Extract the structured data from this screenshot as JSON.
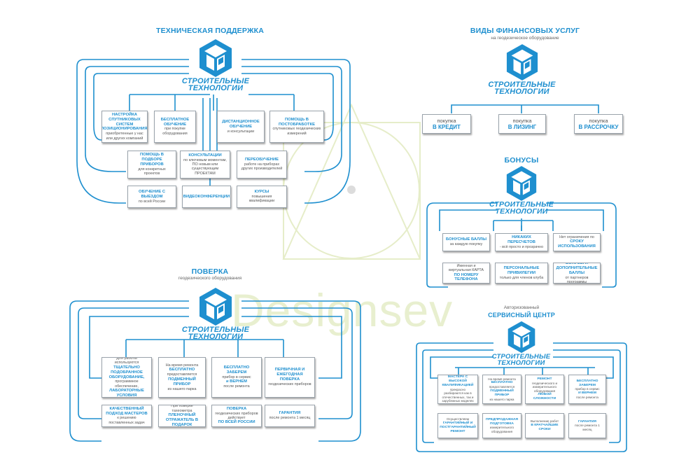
{
  "watermark": {
    "text": "Designsev"
  },
  "brand": {
    "line1": "СТРОИТЕЛЬНЫЕ",
    "line2": "ТЕХНОЛОГИИ",
    "color": "#1e8fcf"
  },
  "sections": {
    "tech": {
      "title": "ТЕХНИЧЕСКАЯ ПОДДЕРЖКА",
      "boxes": [
        {
          "b": "НАСТРОЙКА СПУТНИКОВЫХ СИСТЕМ ПОЗИЦИОНИРОВАНИЯ,",
          "n": "приобретенные у нас или других компаний"
        },
        {
          "b": "БЕСПЛАТНОЕ ОБУЧЕНИЕ",
          "n": "при покупке оборудования"
        },
        {
          "b": "ДИСТАНЦИОННОЕ ОБУЧЕНИЕ",
          "n": "и консультации"
        },
        {
          "b": "ПОМОЩЬ В ПОСТОБРАБОТКЕ",
          "n": "спутниковых геодезических измерений"
        },
        {
          "b": "ПОМОЩЬ В ПОДБОРЕ ПРИБОРОВ",
          "n": "для конкретных проектов"
        },
        {
          "b": "КОНСУЛЬТАЦИИ",
          "n": "по ключевым моментам, ПО новым или существующим ПРОЕКТАМ"
        },
        {
          "b": "ПЕРЕОБУЧЕНИЕ",
          "n": "работе на приборах других производителей"
        },
        {
          "b": "ОБУЧЕНИЕ С ВЫЕЗДОМ",
          "n": "по всей России"
        },
        {
          "b": "ВИДЕОКОНФЕРЕНЦИИ",
          "n": ""
        },
        {
          "b": "КУРСЫ",
          "n": "повышения квалификации"
        }
      ]
    },
    "fin": {
      "title": "ВИДЫ ФИНАНСОВЫХ УСЛУГ",
      "subtitle": "на геодезическое оборудование",
      "boxes": [
        {
          "n": "покупка",
          "b": "В КРЕДИТ"
        },
        {
          "n": "покупка",
          "b": "В ЛИЗИНГ"
        },
        {
          "n": "покупка",
          "b": "В РАССРОЧКУ"
        }
      ]
    },
    "bonus": {
      "title": "БОНУСЫ",
      "boxes": [
        {
          "b": "БОНУСНЫЕ БАЛЛЫ",
          "n": "за каждую покупку"
        },
        {
          "b": "НИКАКИХ ПЕРЕСЧЕТОВ",
          "n": "- всё просто и прозрачно"
        },
        {
          "n": "Нет ограничения по",
          "b": "СРОКУ ИСПОЛЬЗОВАНИЯ"
        },
        {
          "n": "Именная и виртуальная КАРТА",
          "b": "ПО НОМЕРУ ТЕЛЕФОНА"
        },
        {
          "b": "ПЕРСОНАЛЬНЫЕ ПРИВИЛЕГИИ",
          "n": "только для членов клуба"
        },
        {
          "b": "БОНУСЫ И ДОПОЛНИТЕЛЬНЫЕ БАЛЛЫ",
          "n": "от партнеров программы"
        }
      ]
    },
    "verify": {
      "title": "ПОВЕРКА",
      "subtitle": "геодезического оборудования",
      "boxes": [
        {
          "n": "Для работы используются",
          "b": "ТЩАТЕЛЬНО ПОДОБРАННОЕ ОБОРУДОВАНИЕ,",
          "n2": "программное обеспечение,",
          "b2": "ЛАБОРАТОРНЫЕ УСЛОВИЯ"
        },
        {
          "n": "На время ремонта",
          "b": "БЕСПЛАТНО",
          "n2": "предоставляется",
          "b2": "ПОДМЕННЫЙ ПРИБОР",
          "n3": "из нашего парка"
        },
        {
          "b": "БЕСПЛАТНО ЗАБЕРЕМ",
          "n": "прибор в сервис",
          "b2": "и ВЕРНЕМ",
          "n2": "после ремонта"
        },
        {
          "b": "ПЕРВИЧНАЯ И ЕЖЕГОДНАЯ ПОВЕРКА",
          "n": "геодезических приборов"
        },
        {
          "b": "КАЧЕСТВЕННЫЙ ПОДХОД МАСТЕРОВ",
          "n": "к решению поставленных задач"
        },
        {
          "n": "При поверке тахеометра",
          "b": "ПЛЕНОЧНЫЙ ОТРАЖАТЕЛЬ В ПОДАРОК"
        },
        {
          "b": "ПОВЕРКА",
          "n": "геодезических приборов действует",
          "b2": "ПО ВСЕЙ РОССИИ"
        },
        {
          "b": "ГАРАНТИЯ",
          "n": "после ремонта 1 месяц"
        }
      ]
    },
    "service": {
      "subtitle": "Авторизованный",
      "title": "СЕРВИСНЫЙ ЦЕНТР",
      "boxes": [
        {
          "b": "МАСТЕРА С ВЫСОКОЙ КВАЛИФИКАЦИЕЙ",
          "n": "прекрасно разбираются как в отечественных, так и зарубежных моделях"
        },
        {
          "n": "На время ремонта",
          "b": "БЕСПЛАТНО",
          "n2": "предоставляется",
          "b2": "ПОДМЕННЫЙ ПРИБОР",
          "n3": "из нашего парка"
        },
        {
          "b": "РЕМОНТ",
          "n": "геодезического и измерительного оборудования",
          "b2": "ЛЮБОЙ СЛОЖНОСТИ"
        },
        {
          "b": "БЕСПЛАТНО ЗАБЕРЕМ",
          "n": "прибор в сервис",
          "b2": "И ВЕРНЕМ",
          "n2": "после ремонта"
        },
        {
          "n": "Осуществляем",
          "b": "ГАРАНТИЙНЫЙ И ПОСТГАРАНТИЙНЫЙ РЕМОНТ"
        },
        {
          "b": "ПРЕДПРОДАЖНАЯ ПОДГОТОВКА",
          "n": "измерительного оборудования"
        },
        {
          "n": "Выполнение работ",
          "b": "В КРАТЧАЙШИЕ СРОКИ"
        },
        {
          "b": "ГАРАНТИЯ",
          "n": "после ремонта 1 месяц"
        }
      ]
    }
  }
}
